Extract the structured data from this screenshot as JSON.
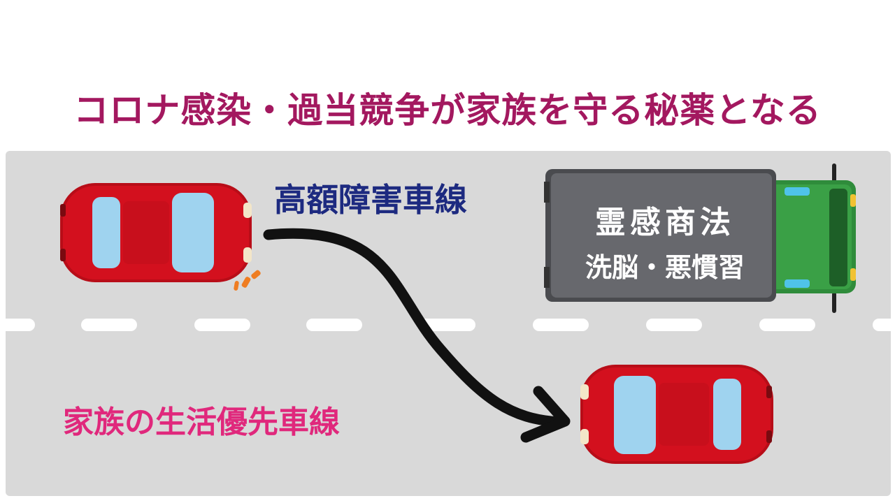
{
  "title": "コロナ感染・過当競争が家族を守る秘薬となる",
  "lanes": {
    "top_label": "高額障害車線",
    "bottom_label": "家族の生活優先車線"
  },
  "truck": {
    "line1": "霊感商法",
    "line2": "洗脳・悪慣習"
  },
  "colors": {
    "title": "#a3185f",
    "top_label": "#1d2a80",
    "bottom_label": "#e0287c",
    "road": "#d9d9d9",
    "car_body": "#d3101e",
    "truck_cargo": "#606166",
    "truck_cab": "#2f8c3b"
  },
  "icons": [
    "red-car-icon",
    "truck-icon",
    "curved-arrow-icon",
    "turn-signal-icon"
  ]
}
